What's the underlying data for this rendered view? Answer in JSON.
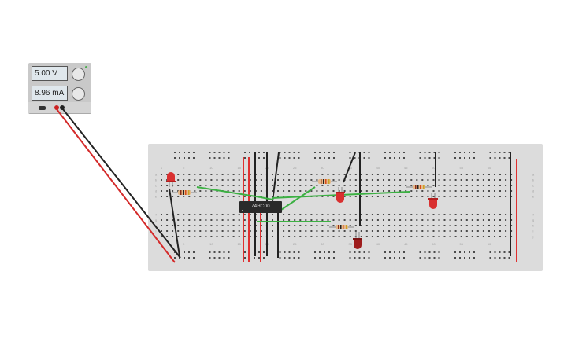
{
  "power_supply": {
    "voltage_display": "5.00 V",
    "current_display": "8.96 mA",
    "terminal_negative_color": "#222222",
    "terminal_positive_color": "#cc2222"
  },
  "chip": {
    "label": "74HC00"
  },
  "colors": {
    "wire_green": "#3cb043",
    "wire_black": "#222222",
    "wire_red": "#d42a2a",
    "led_red": "#d93030",
    "led_dark_red": "#9e1c1c",
    "board": "#dcdcdc",
    "rail_red": "#e03030"
  },
  "board": {
    "column_numbers": [
      "1",
      "5",
      "10",
      "15",
      "20",
      "25",
      "30",
      "35",
      "40",
      "45",
      "50",
      "55",
      "60"
    ],
    "row_letters_top": [
      "a",
      "b",
      "c",
      "d",
      "e"
    ],
    "row_letters_bottom": [
      "f",
      "g",
      "h",
      "i",
      "j"
    ]
  }
}
